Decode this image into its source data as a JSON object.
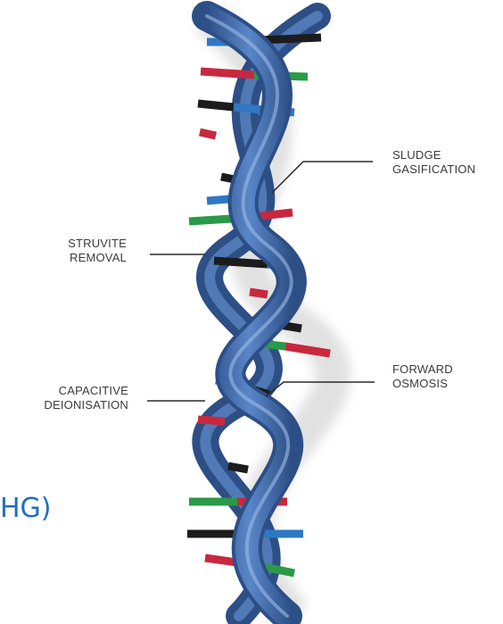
{
  "labels": {
    "sludge": {
      "line1": "SLUDGE",
      "line2": "GASIFICATION"
    },
    "struvite": {
      "line1": "STRUVITE",
      "line2": "REMOVAL"
    },
    "forward": {
      "line1": "FORWARD",
      "line2": "OSMOSIS"
    },
    "capacitive": {
      "line1": "CAPACITIVE",
      "line2": "DEIONISATION"
    }
  },
  "fragment": "HG)",
  "colors": {
    "strand_dark": "#2d4f86",
    "strand_mid": "#4372b8",
    "strand_light": "#7aa0d8",
    "base_black": "#1c1c1c",
    "base_red": "#c8283e",
    "base_green": "#2a9a48",
    "base_blue": "#2f78c4",
    "fragment_text": "#1f6fc0"
  }
}
